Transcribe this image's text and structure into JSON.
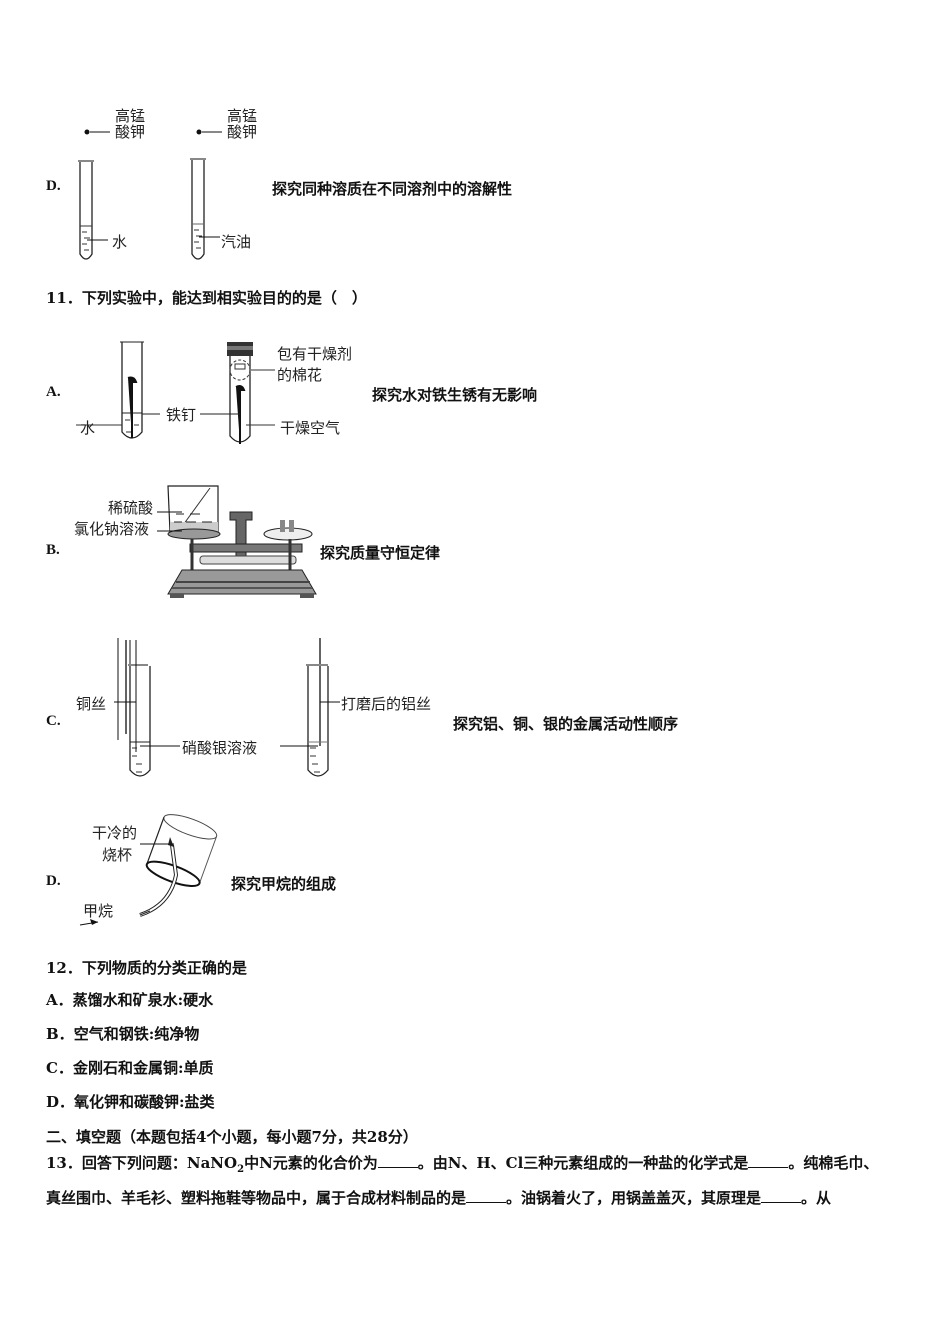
{
  "q10_option_d": {
    "letter": "D.",
    "label_kmno4_1a": "高锰",
    "label_kmno4_1b": "酸钾",
    "label_kmno4_2a": "高锰",
    "label_kmno4_2b": "酸钾",
    "label_water": "水",
    "label_gasoline": "汽油",
    "caption": "探究同种溶质在不同溶剂中的溶解性"
  },
  "q11": {
    "stem": "11．下列实验中，能达到相实验目的的是（　）",
    "options": [
      {
        "letter": "A.",
        "labels": {
          "desiccant_a": "包有干燥剂",
          "desiccant_b": "的棉花",
          "water": "水",
          "nail": "铁钉",
          "dry_air": "干燥空气"
        },
        "caption": "探究水对铁生锈有无影响"
      },
      {
        "letter": "B.",
        "labels": {
          "acid": "稀硫酸",
          "nacl": "氯化钠溶液"
        },
        "caption": "探究质量守恒定律"
      },
      {
        "letter": "C.",
        "labels": {
          "cu_wire": "铜丝",
          "agno3": "硝酸银溶液",
          "al_wire": "打磨后的铝丝"
        },
        "caption": "探究铝、铜、银的金属活动性顺序"
      },
      {
        "letter": "D.",
        "labels": {
          "beaker_a": "干冷的",
          "beaker_b": "烧杯",
          "methane": "甲烷"
        },
        "caption": "探究甲烷的组成"
      }
    ]
  },
  "q12": {
    "stem": "12．下列物质的分类正确的是",
    "options": [
      {
        "letter": "A．",
        "text": "蒸馏水和矿泉水:硬水"
      },
      {
        "letter": "B．",
        "text": "空气和钢铁:纯净物"
      },
      {
        "letter": "C．",
        "text": "金刚石和金属铜:单质"
      },
      {
        "letter": "D．",
        "text": "氧化钾和碳酸钾:盐类"
      }
    ]
  },
  "section2": {
    "heading": "二、填空题（本题包括4个小题，每小题7分，共28分）"
  },
  "q13": {
    "p1": "13．回答下列问题：NaNO",
    "sub2": "2",
    "p2": "中N元素的化合价为",
    "p3": "。由N、H、Cl三种元素组成的一种盐的化学式是",
    "p4": "。纯棉毛巾、",
    "line2_p1": "真丝围巾、羊毛衫、塑料拖鞋等物品中，属于合成材料制品的是",
    "line2_p2": "。油锅着火了，用锅盖盖灭，其原理是",
    "line2_p3": "。从"
  }
}
